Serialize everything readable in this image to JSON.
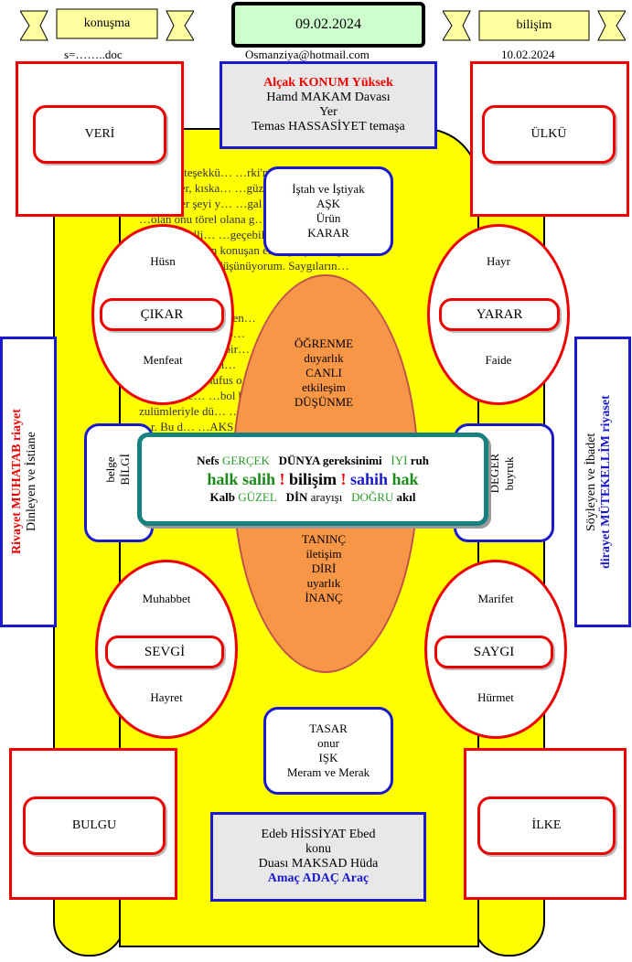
{
  "header": {
    "left_ribbon": "konuşma",
    "date_box": "09.02.2024",
    "right_ribbon": "bilişim",
    "file_label": "s=……..doc",
    "email": "Osmanziya@hotmail.com",
    "right_date": "10.02.2024"
  },
  "top_center": {
    "line1_a": "Alçak",
    "line1_b": "KONUM",
    "line1_c": "Yüksek",
    "line2": "Hamd MAKAM Davası",
    "line3": "Yer",
    "line4": "Temas HASSASİYET temaşa"
  },
  "bottom_center": {
    "line1": "Edeb HİSSİYAT Ebed",
    "line2": "konu",
    "line3": "Duası MAKSAD Hüda",
    "line4": "Amaç ADAÇ  Araç"
  },
  "corners": {
    "top_left": "VERİ",
    "top_right": "ÜLKÜ",
    "bottom_left": "BULGU",
    "bottom_right": "İLKE"
  },
  "top_mid_box": [
    "İştah ve İştiyak",
    "AŞK",
    "Ürün",
    "KARAR"
  ],
  "bottom_mid_box": [
    "TASAR",
    "onur",
    "IŞK",
    "Meram ve Merak"
  ],
  "ovals": {
    "top_left": {
      "top": "Hüsn",
      "label": "ÇIKAR",
      "bottom": "Menfeat"
    },
    "top_right": {
      "top": "Hayr",
      "label": "YARAR",
      "bottom": "Faide"
    },
    "bottom_left": {
      "top": "Muhabbet",
      "label": "SEVGİ",
      "bottom": "Hayret"
    },
    "bottom_right": {
      "top": "Marifet",
      "label": "SAYGI",
      "bottom": "Hürmet"
    }
  },
  "center_oval": {
    "top_lines": [
      "ÖĞRENME",
      "duyarlık",
      "CANLI",
      "etkileşim",
      "DÜŞÜNME"
    ],
    "bottom_lines": [
      "TANINÇ",
      "iletişim",
      "DİRİ",
      "uyarlık",
      "İNANÇ"
    ]
  },
  "side_left_box": {
    "line1": "belge",
    "line2": "BİLGİ"
  },
  "side_right_box": {
    "line1": "DEĞER",
    "line2": "buyruk"
  },
  "left_vertical": {
    "red": "Rivayet MUHATAB riayet",
    "black": "Dinleyen ve İstiane"
  },
  "right_vertical": {
    "black": "Söyleyen ve İbadet",
    "blue": "dirayet MÜTEKELLİM riyaset"
  },
  "central_banner": {
    "row1": [
      "Nefs",
      "GERÇEK",
      "DÜNYA",
      "gereksinimi",
      "İYİ",
      "ruh"
    ],
    "row2": [
      "halk",
      "salih",
      "!",
      "bilişim",
      "!",
      "sahih",
      "hak"
    ],
    "row3": [
      "Kalb",
      "GÜZEL",
      "DİN",
      "arayışı",
      "DOĞRU",
      "akıl"
    ]
  },
  "background_text": [
    "…m için teşekkü…                              …rki'nin iyi ve g…",
    "…vmezler, kıska…                              …güzel olmadık…",
    "…olan her şeyi y…                             …gal bir durumd…",
    "…olan onu törel olana g…                      …göndermektir. Tasallık",
    "…dan güzelli…                                 …geçebilmek…",
    "…ir. Tribunların konuşan edebiyatçıların gör…",
    "…lmektir.. diye düşünüyorum. Saygıların…",
    "…n hak…                           …erçekten…",
    "…göst…                            …AYIF b…",
    "…n kav…                           …tar.. bir…",
    "…r da…                            …retilm…",
    "…gmala…                           …nufus o…",
    "…kültür ve…                       …bol bol kav…",
    "zulümleriyle dü…                  …ye trip atarak deşarj",
    "…r. Bu d…                         …AKS…"
  ]
}
